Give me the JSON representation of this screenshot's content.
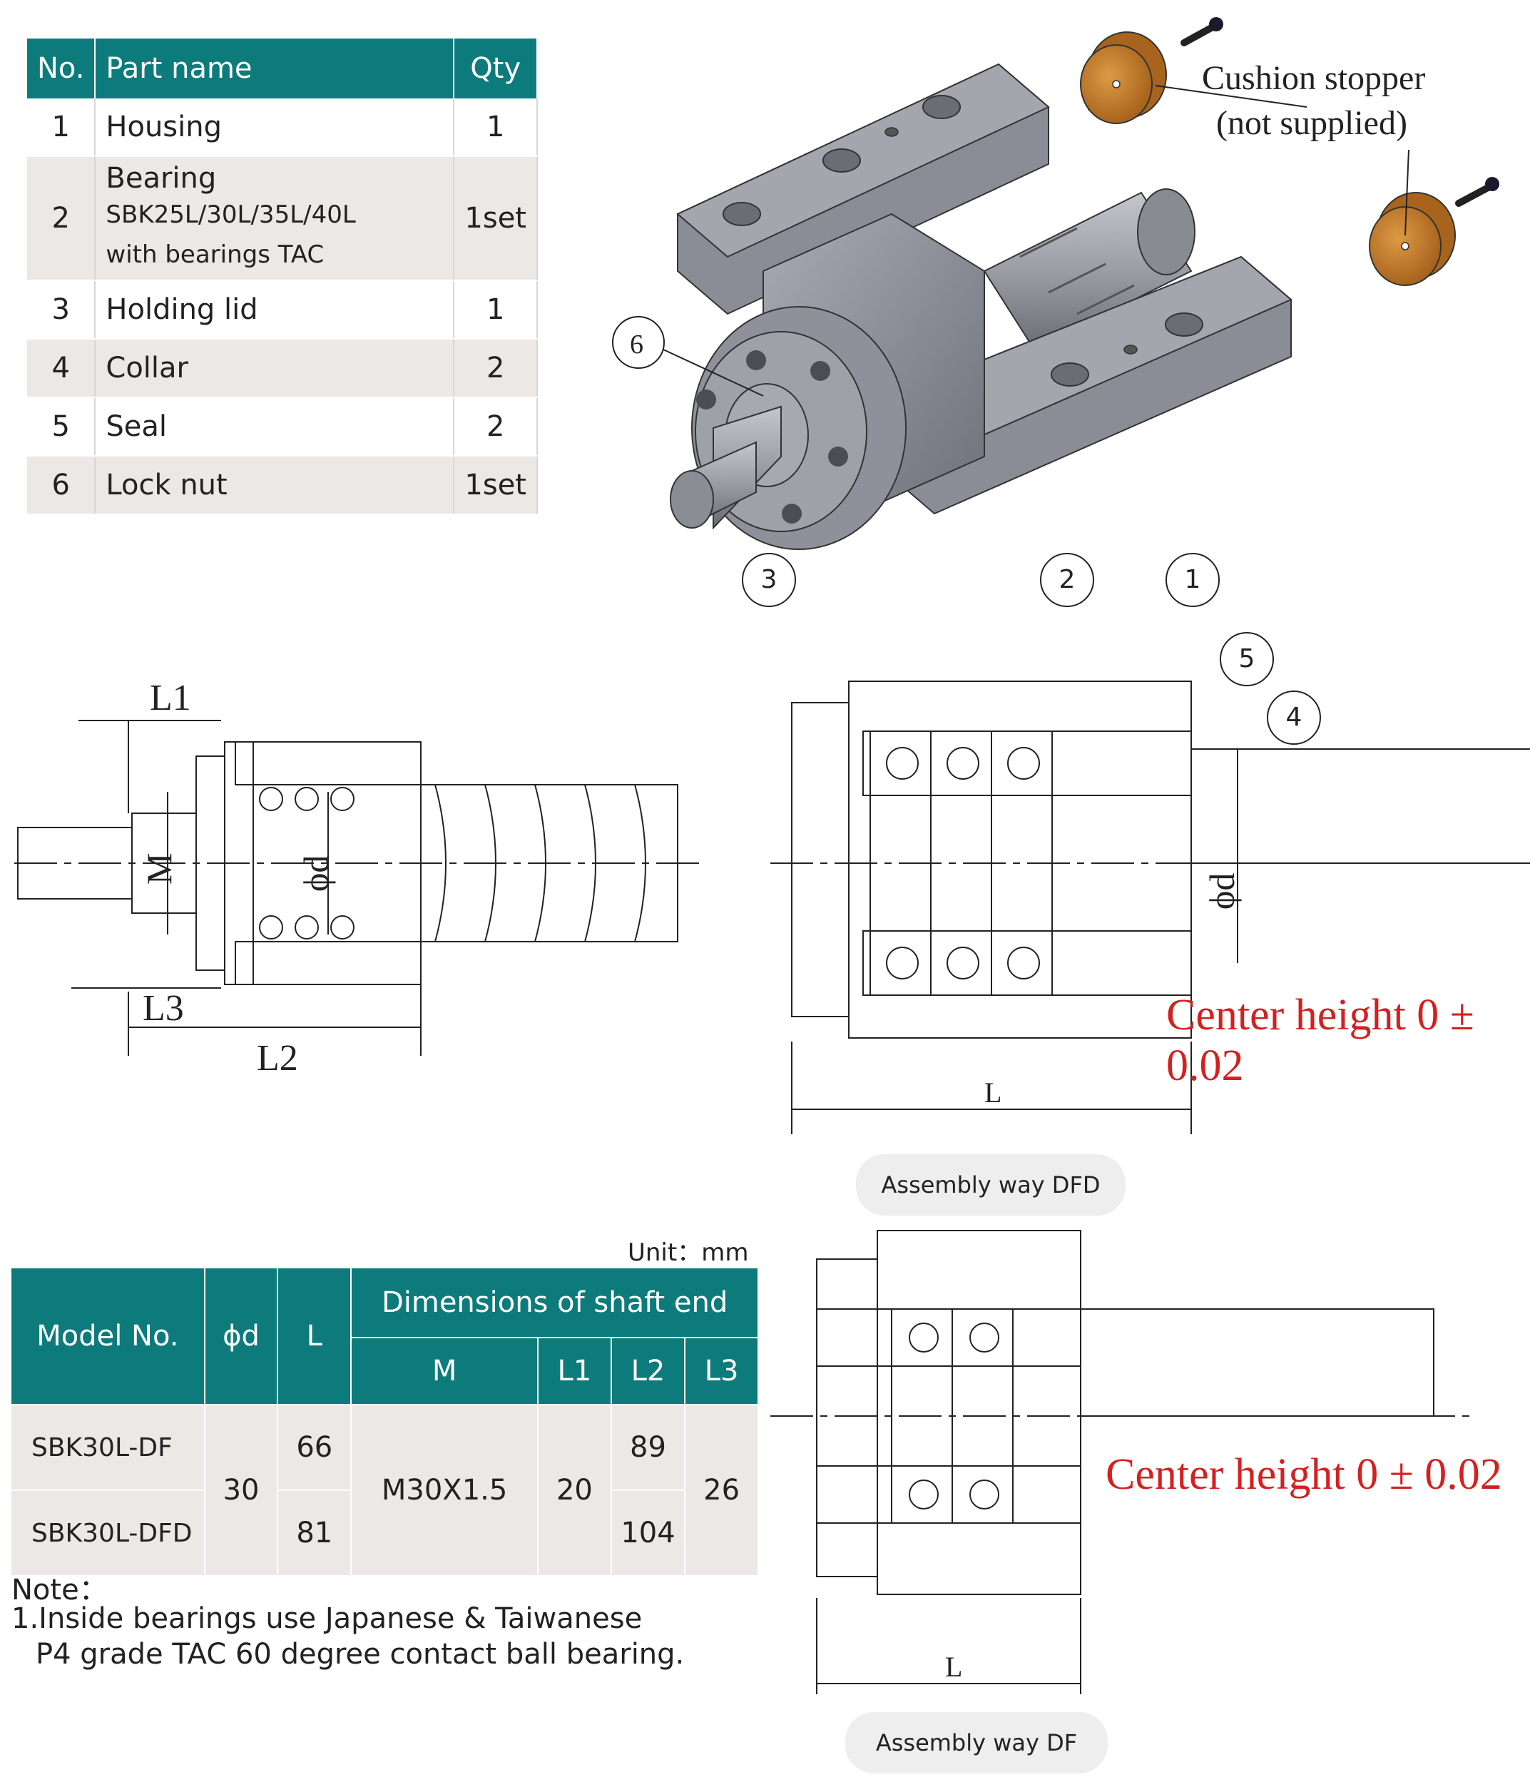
{
  "parts_table": {
    "headers": {
      "no": "No.",
      "name": "Part name",
      "qty": "Qty"
    },
    "rows": [
      {
        "no": "1",
        "name": "Housing",
        "qty": "1"
      },
      {
        "no": "2",
        "name": "Bearing",
        "sub1": "SBK25L/30L/35L/40L",
        "sub2": "with bearings TAC",
        "qty": "1set"
      },
      {
        "no": "3",
        "name": "Holding lid",
        "qty": "1"
      },
      {
        "no": "4",
        "name": "Collar",
        "qty": "2"
      },
      {
        "no": "5",
        "name": "Seal",
        "qty": "2"
      },
      {
        "no": "6",
        "name": "Lock nut",
        "qty": "1set"
      }
    ]
  },
  "render": {
    "callout_cushion_1": "Cushion stopper",
    "callout_cushion_2": "(not supplied)",
    "balloon_6": "6",
    "colors": {
      "housing": "#8e9199",
      "cushion": "#c9802a",
      "teal": "#0d7b7b",
      "red": "#d42020"
    }
  },
  "shaft_drawing": {
    "L1": "L1",
    "L2": "L2",
    "L3": "L3",
    "M": "M",
    "d": "ϕd"
  },
  "dfd_drawing": {
    "balloons": [
      "3",
      "2",
      "1",
      "5",
      "4"
    ],
    "d": "ϕd",
    "L": "L",
    "center_height": "Center height 0 ± 0.02",
    "assembly_label": "Assembly way DFD"
  },
  "df_drawing": {
    "L": "L",
    "center_height": "Center height 0 ± 0.02",
    "assembly_label": "Assembly way DF"
  },
  "dim_table": {
    "unit": "Unit：mm",
    "headers": {
      "model": "Model No.",
      "d": "ϕd",
      "L": "L",
      "shaft_end": "Dimensions of shaft end",
      "M": "M",
      "L1": "L1",
      "L2": "L2",
      "L3": "L3"
    },
    "rows": [
      {
        "model": "SBK30L-DF",
        "L": "66",
        "L2": "89"
      },
      {
        "model": "SBK30L-DFD",
        "L": "81",
        "L2": "104"
      }
    ],
    "shared": {
      "d": "30",
      "M": "M30X1.5",
      "L1": "20",
      "L3": "26"
    }
  },
  "note": {
    "title": "Note：",
    "line1": "1.Inside bearings use Japanese & Taiwanese",
    "line2": "P4 grade TAC 60 degree contact ball bearing."
  }
}
